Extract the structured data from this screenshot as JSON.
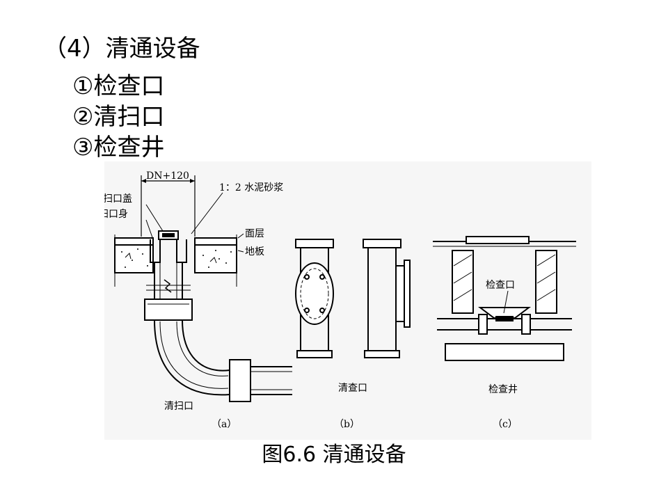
{
  "slide": {
    "heading": "（4）清通设备",
    "items": [
      "①检查口",
      "②清扫口",
      "③检查井"
    ],
    "caption": "图6.6  清通设备"
  },
  "figure": {
    "labels": {
      "dimension": "DN+120",
      "mortar": "1：2 水泥砂浆",
      "copper_cap": "铜清扫口盖",
      "iron_body": "铸铁清扫口身",
      "surface_layer": "面层",
      "floor": "地板",
      "cleanout": "清扫口",
      "inspection_opening": "清查口",
      "inspection_port": "检查口",
      "inspection_well": "检查井",
      "sub_a": "（a）",
      "sub_b": "（b）",
      "sub_c": "（c）"
    }
  }
}
